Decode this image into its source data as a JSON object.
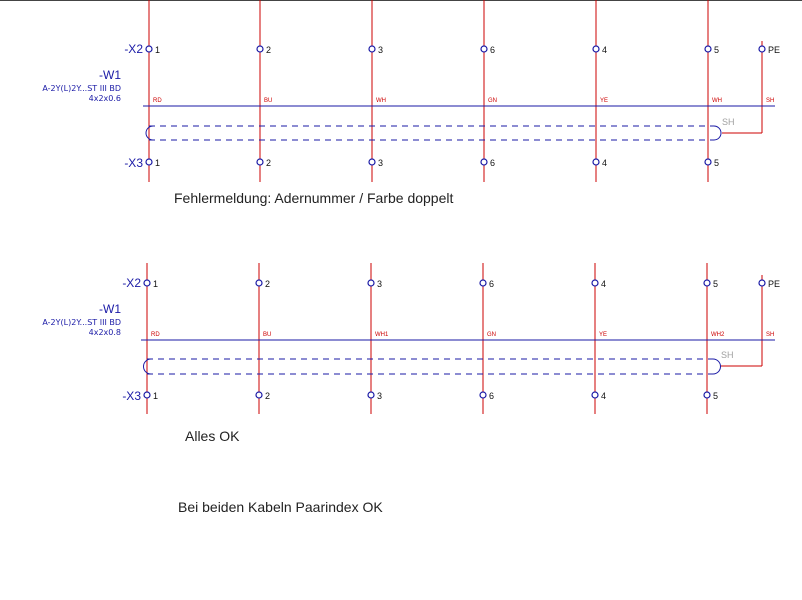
{
  "colors": {
    "red_wire": "#cc0000",
    "blue_wire": "#1a1aa6",
    "terminal": "#1a1aa6",
    "label_blue": "#1a1aa6",
    "color_code": "#cc0000",
    "shield_label": "#a0a0a0",
    "caption": "#222222"
  },
  "diagrams": [
    {
      "x2_tag": "-X2",
      "x3_tag": "-X3",
      "cable_tag": "-W1",
      "cable_type": "A-2Y(L)2Y...ST III BD",
      "cable_cross_section": "4x2x0.6",
      "pe_label": "PE",
      "shield_code": "SH",
      "shield_label": "SH",
      "top_numbers": [
        "1",
        "2",
        "3",
        "6",
        "4",
        "5"
      ],
      "bottom_numbers": [
        "1",
        "2",
        "3",
        "6",
        "4",
        "5"
      ],
      "color_codes": [
        "RD",
        "BU",
        "WH",
        "GN",
        "YE",
        "WH"
      ],
      "caption": "Fehlermeldung: Adernummer / Farbe doppelt"
    },
    {
      "x2_tag": "-X2",
      "x3_tag": "-X3",
      "cable_tag": "-W1",
      "cable_type": "A-2Y(L)2Y...ST III BD",
      "cable_cross_section": "4x2x0.8",
      "pe_label": "PE",
      "shield_code": "SH",
      "shield_label": "SH",
      "top_numbers": [
        "1",
        "2",
        "3",
        "6",
        "4",
        "5"
      ],
      "bottom_numbers": [
        "1",
        "2",
        "3",
        "6",
        "4",
        "5"
      ],
      "color_codes": [
        "RD",
        "BU",
        "WH1",
        "GN",
        "YE",
        "WH2"
      ],
      "caption": "Alles OK"
    }
  ],
  "footer_caption": "Bei beiden Kabeln Paarindex OK"
}
